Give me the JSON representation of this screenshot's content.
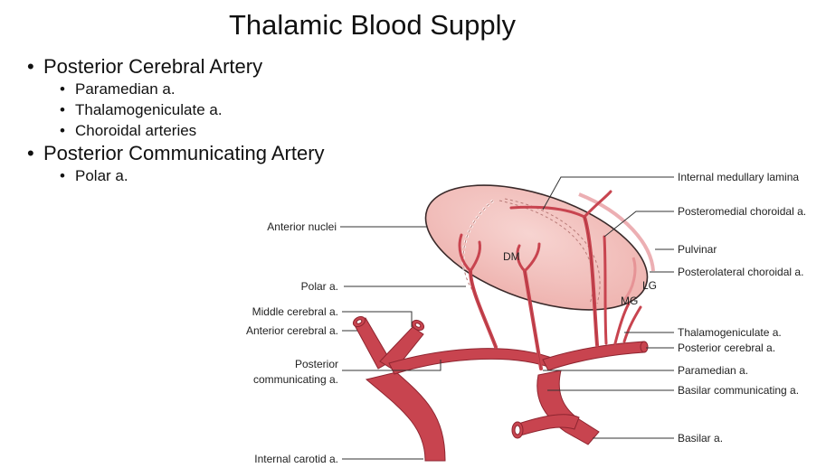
{
  "title": "Thalamic Blood Supply",
  "bullets": [
    {
      "text": "Posterior Cerebral Artery",
      "sub": [
        "Paramedian a.",
        "Thalamogeniculate a.",
        "Choroidal arteries"
      ]
    },
    {
      "text": "Posterior Communicating Artery",
      "sub": [
        "Polar a."
      ]
    }
  ],
  "diagram": {
    "left_labels": [
      "Anterior nuclei",
      "Polar a.",
      "Middle cerebral a.",
      "Anterior cerebral a.",
      "Posterior",
      "communicating a.",
      "Internal carotid a."
    ],
    "right_labels": [
      "Internal medullary lamina",
      "Posteromedial choroidal a.",
      "Pulvinar",
      "Posterolateral choroidal a.",
      "Thalamogeniculate a.",
      "Posterior cerebral a.",
      "Paramedian a.",
      "Basilar communicating a.",
      "Basilar a."
    ],
    "inner_labels": [
      "DM",
      "LG",
      "MG"
    ],
    "colors": {
      "artery": "#c8444f",
      "artery_dark": "#8e2530",
      "thalamus": "#f2c3c0",
      "thalamus_edge": "#3a2a2a"
    }
  }
}
